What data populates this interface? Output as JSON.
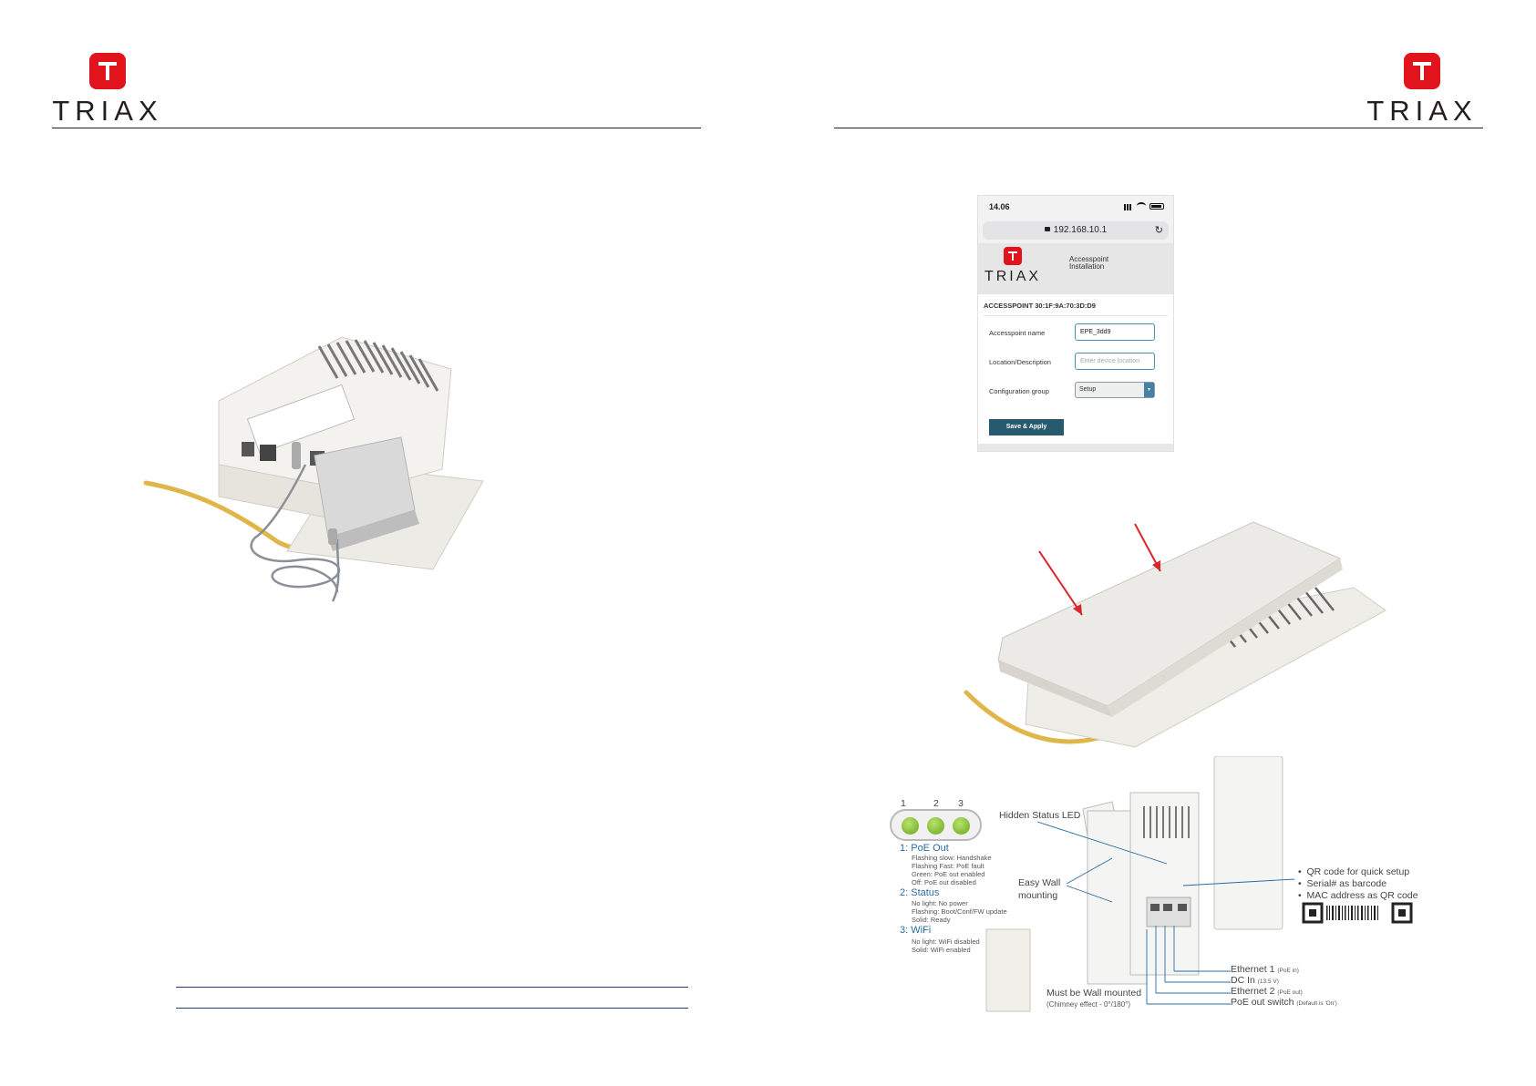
{
  "brand": {
    "name": "TRIAX"
  },
  "phone": {
    "time": "14.06",
    "url": "192.168.10.1",
    "app_title_line1": "Accesspoint",
    "app_title_line2": "Installation",
    "mac_label": "ACCESSPOINT 30:1F:9A:70:3D:D9",
    "fields": [
      {
        "label": "Accesspoint name",
        "value": "EPE_3dd9"
      },
      {
        "label": "Location/Description",
        "placeholder": "Enter device location"
      },
      {
        "label": "Configuration group",
        "selected": "Setup"
      }
    ],
    "button": "Save & Apply"
  },
  "led_panel": {
    "numbers": [
      "1",
      "2",
      "3"
    ],
    "sections": [
      {
        "title": "1: PoE Out",
        "lines": [
          "Flashing slow: Handshake",
          "Flashing Fast: PoE fault",
          "Green: PoE out enabled",
          "Off: PoE out disabled"
        ]
      },
      {
        "title": "2: Status",
        "lines": [
          "No light: No power",
          "Flashing: Boot/Conf/FW update",
          "Solid: Ready"
        ]
      },
      {
        "title": "3: WiFi",
        "lines": [
          "No light: WiFi disabled",
          "Solid: WiFi enabled"
        ]
      }
    ]
  },
  "callouts": {
    "hidden_led": "Hidden Status LED",
    "easy_wall_line1": "Easy Wall",
    "easy_wall_line2": "mounting",
    "qr_bullets": [
      "QR code for quick setup",
      "Serial# as barcode",
      "MAC address as QR code"
    ],
    "ports": [
      {
        "name": "Ethernet 1",
        "note": "(PoE in)"
      },
      {
        "name": "DC In",
        "note": "(13.5 V)"
      },
      {
        "name": "Ethernet 2",
        "note": "(PoE out)"
      },
      {
        "name": "PoE out switch",
        "note": "(Default is 'On')"
      }
    ],
    "wall_mounted_line1": "Must be Wall mounted",
    "wall_mounted_line2": "(Chimney effect - 0°/180°)"
  },
  "colors": {
    "brand_red": "#e1141e",
    "led_green": "#7fbf2a",
    "callout_blue": "#2a6ca3",
    "arrow_red": "#d9262c",
    "button_teal": "#275a6e"
  }
}
